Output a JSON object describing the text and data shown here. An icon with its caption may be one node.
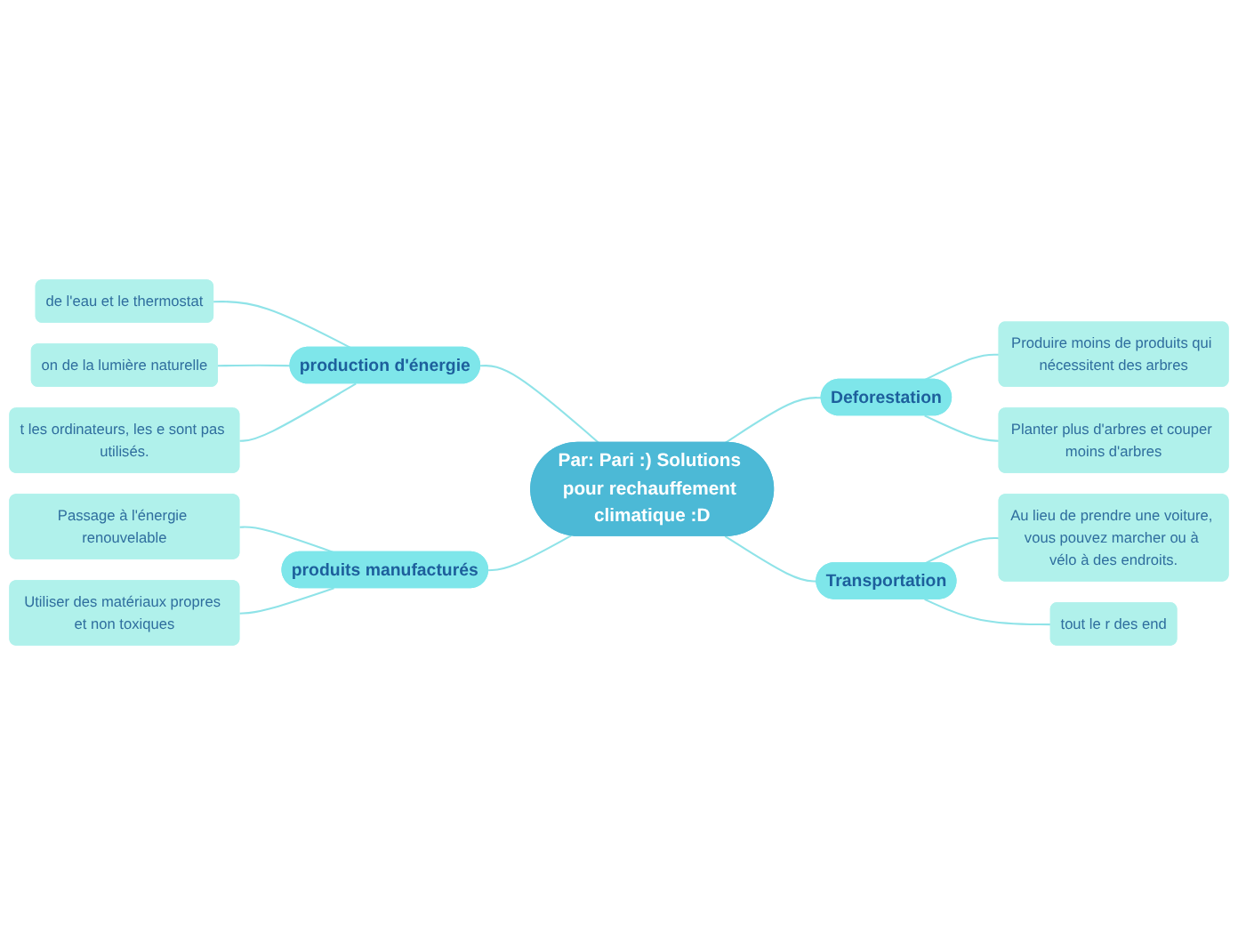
{
  "diagram": {
    "nodes": [
      {
        "text": [
          "Par: Pari :) Solutions pour rechauffement climatique :D"
        ]
      },
      {
        "text": [
          "production d'énergie"
        ]
      },
      {
        "text": [
          "de l'eau et le thermostat"
        ]
      },
      {
        "text": [
          "on de la lumière naturelle"
        ]
      },
      {
        "text": [
          "t les ordinateurs, les e sont pas utilisés."
        ]
      },
      {
        "text": [
          "produits manufacturés"
        ]
      },
      {
        "text": [
          "Passage à l'énergie renouvelable"
        ]
      },
      {
        "text": [
          "Utiliser des matériaux propres et non toxiques"
        ]
      },
      {
        "text": [
          "Deforestation"
        ]
      },
      {
        "text": [
          "Produire moins de produits qui nécessitent des arbres"
        ]
      },
      {
        "text": [
          "Planter plus d'arbres et couper moins d'arbres"
        ]
      },
      {
        "text": [
          "Transportation"
        ]
      },
      {
        "text": [
          "Au lieu de prendre une voiture, vous pouvez marcher ou à vélo à des endroits."
        ]
      },
      {
        "text": [
          "tout le r des end"
        ]
      }
    ],
    "edges": [
      {
        "from": 2,
        "to": 1,
        "arrow": "none"
      },
      {
        "from": 3,
        "to": 1,
        "arrow": "none"
      },
      {
        "from": 4,
        "to": 1,
        "arrow": "none"
      },
      {
        "from": 1,
        "to": 0,
        "arrow": "none"
      },
      {
        "from": 6,
        "to": 5,
        "arrow": "none"
      },
      {
        "from": 7,
        "to": 5,
        "arrow": "none"
      },
      {
        "from": 5,
        "to": 0,
        "arrow": "none"
      },
      {
        "from": 0,
        "to": 8,
        "arrow": "none"
      },
      {
        "from": 8,
        "to": 9,
        "arrow": "none"
      },
      {
        "from": 8,
        "to": 10,
        "arrow": "none"
      },
      {
        "from": 0,
        "to": 11,
        "arrow": "none"
      },
      {
        "from": 11,
        "to": 12,
        "arrow": "none"
      },
      {
        "from": 11,
        "to": 13,
        "arrow": "none"
      }
    ]
  }
}
